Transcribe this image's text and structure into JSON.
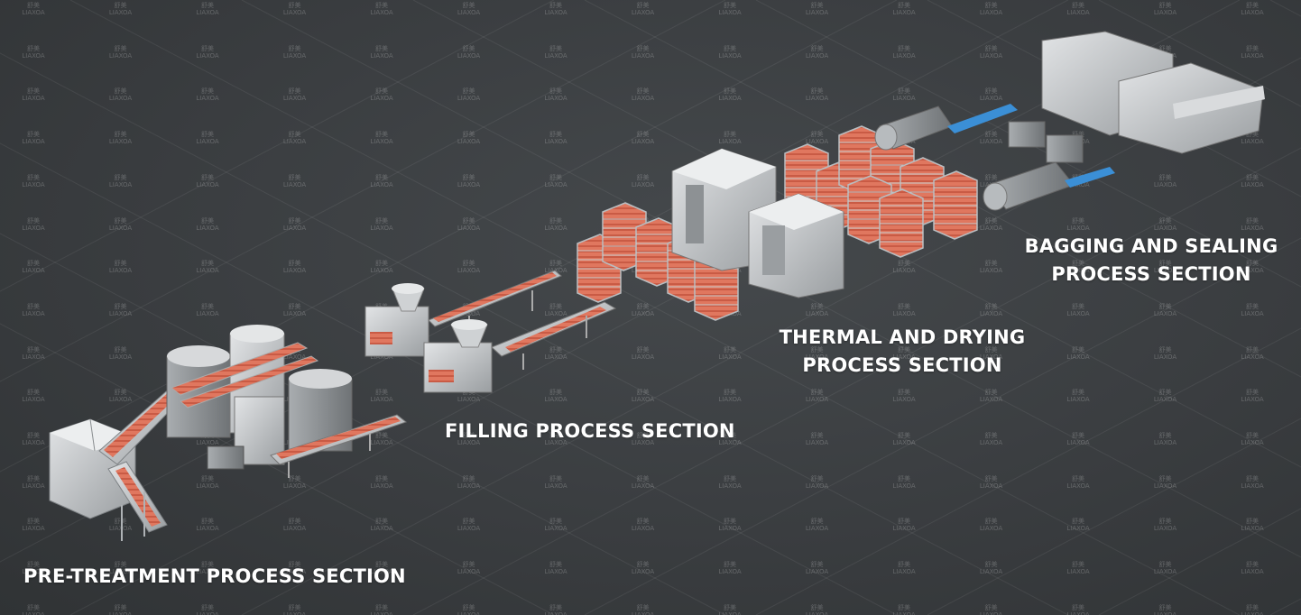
{
  "watermark": {
    "line1": "舒美",
    "line2": "LIAXOA"
  },
  "sections": {
    "pretreatment": {
      "lines": [
        "PRE-TREATMENT PROCESS SECTION"
      ]
    },
    "filling": {
      "lines": [
        "FILLING PROCESS SECTION"
      ]
    },
    "thermal": {
      "lines": [
        "THERMAL AND DRYING",
        "PROCESS SECTION"
      ]
    },
    "bagging": {
      "lines": [
        "BAGGING AND SEALING",
        "PROCESS SECTION"
      ]
    }
  },
  "colors": {
    "background": "#3a3d40",
    "steel": "#c9ccce",
    "product": "#e0775f",
    "belt": "#3b8fd6",
    "label": "#ffffff"
  }
}
